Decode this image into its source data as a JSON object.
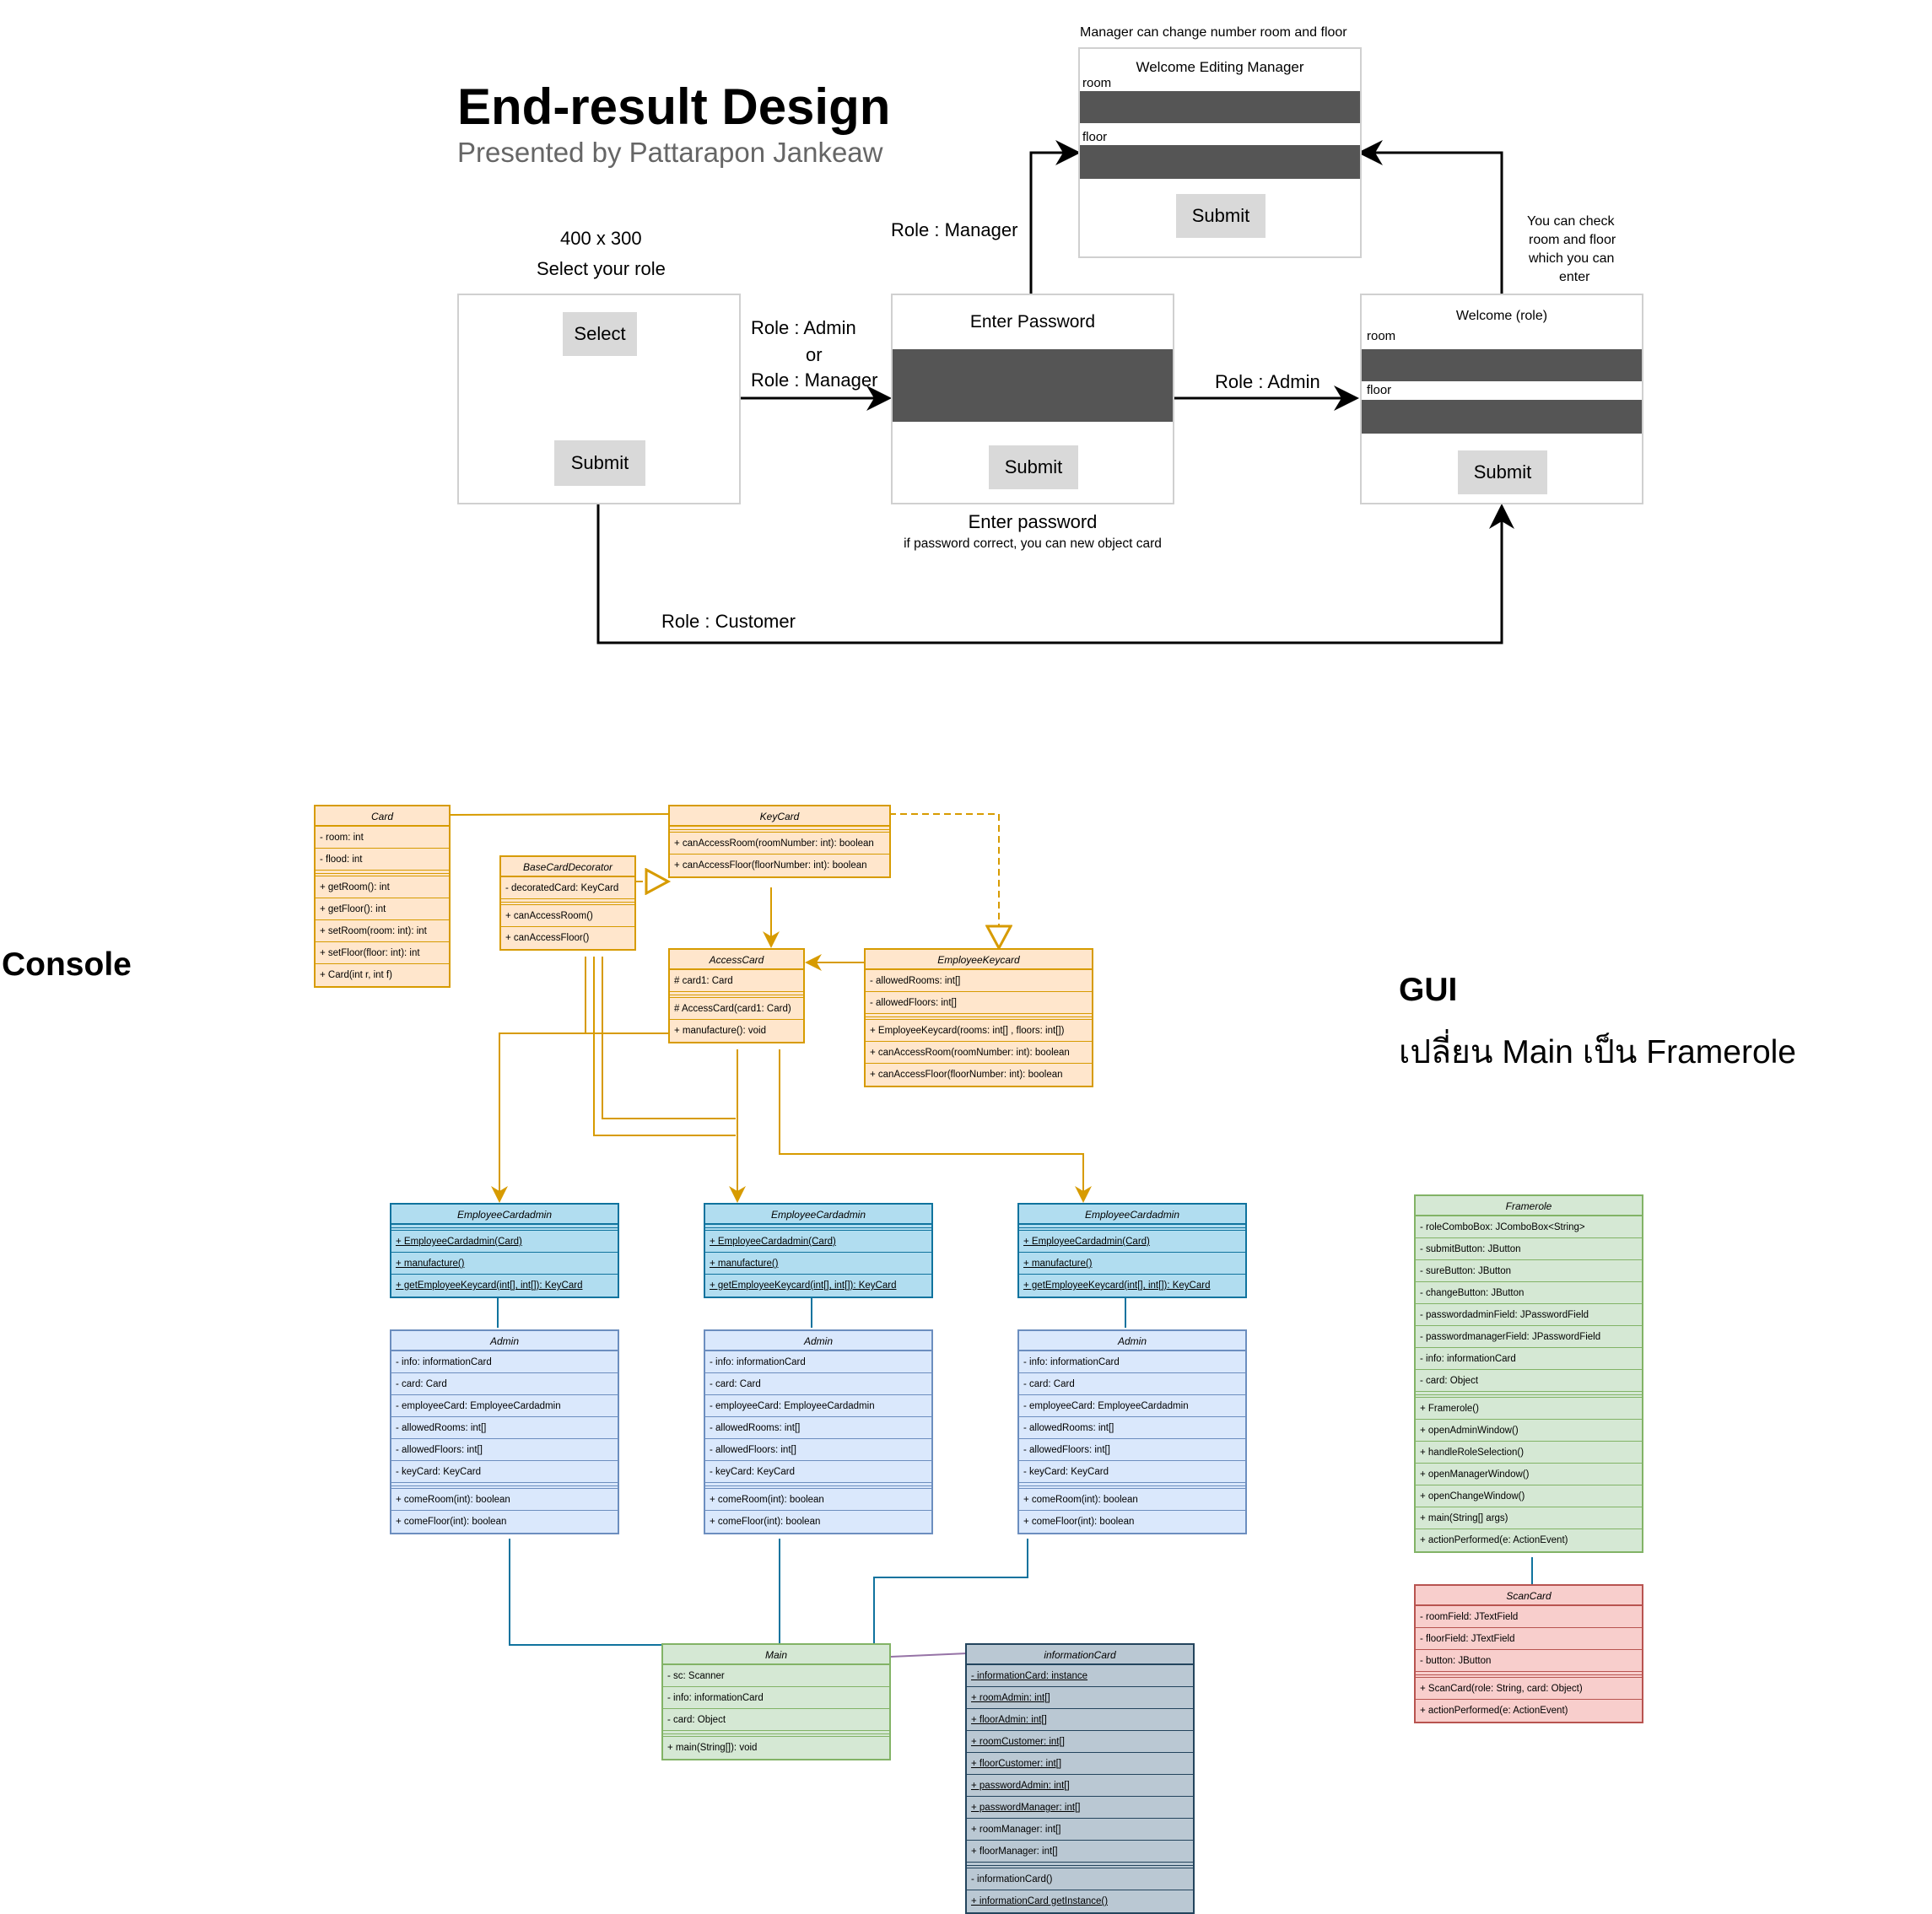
{
  "header": {
    "title": "End-result Design",
    "subtitle": "Presented by Pattarapon Jankeaw"
  },
  "flow": {
    "size_label": "400 x 300",
    "select_role_label": "Select your role",
    "select_button": "Select",
    "submit_label": "Submit",
    "edge_admin_or_manager": [
      "Role : Admin",
      "or",
      "Role : Manager"
    ],
    "edge_manager": "Role : Manager",
    "edge_admin": "Role : Admin",
    "edge_customer": "Role : Customer",
    "password_title": "Enter Password",
    "password_caption": "Enter password",
    "password_note": "if password correct, you can new object card",
    "manager_note": "Manager can change number room and floor",
    "manager_title": "Welcome Editing Manager",
    "room_label": "room",
    "floor_label": "floor",
    "welcome_title": "Welcome (role)",
    "check_note": [
      "You can check",
      "room and floor",
      "which you can",
      "enter"
    ]
  },
  "section_labels": {
    "console": "Console",
    "gui": "GUI",
    "gui_note": "เปลี่ยน Main เป็น Framerole"
  },
  "classes": {
    "card": {
      "name": "Card",
      "attrs": [
        "- room: int",
        "- flood: int"
      ],
      "methods": [
        "+ getRoom(): int",
        "+ getFloor(): int",
        "+ setRoom(room: int): int",
        "+ setFloor(floor: int): int",
        "+ Card(int r, int f)"
      ]
    },
    "keycard": {
      "name": "KeyCard",
      "attrs": [],
      "methods": [
        "+ canAccessRoom(roomNumber: int): boolean",
        "+ canAccessFloor(floorNumber: int): boolean"
      ]
    },
    "basecard": {
      "name": "BaseCardDecorator",
      "attrs": [
        "- decoratedCard: KeyCard"
      ],
      "methods": [
        "+ canAccessRoom()",
        "+ canAccessFloor()"
      ]
    },
    "accesscard": {
      "name": "AccessCard",
      "attrs": [
        "# card1: Card"
      ],
      "methods": [
        "# AccessCard(card1: Card)",
        "+ manufacture(): void"
      ]
    },
    "employeekeycard": {
      "name": "EmployeeKeycard",
      "attrs": [
        "- allowedRooms: int[]",
        "- allowedFloors: int[]"
      ],
      "methods": [
        "+ EmployeeKeycard(rooms: int[] , floors: int[])",
        "+ canAccessRoom(roomNumber: int): boolean",
        "+ canAccessFloor(floorNumber: int): boolean"
      ]
    },
    "ecadmin": {
      "name": "EmployeeCardadmin",
      "methods": [
        "+ EmployeeCardadmin(Card)",
        "+ manufacture()",
        "+ getEmployeeKeycard(int[], int[]): KeyCard"
      ]
    },
    "admin": {
      "name": "Admin",
      "attrs": [
        "- info: informationCard",
        "- card: Card",
        "- employeeCard: EmployeeCardadmin",
        "- allowedRooms: int[]",
        "- allowedFloors: int[]",
        "- keyCard: KeyCard"
      ],
      "methods": [
        "+ comeRoom(int): boolean",
        "+ comeFloor(int): boolean"
      ]
    },
    "main": {
      "name": "Main",
      "attrs": [
        "- sc: Scanner",
        "- info: informationCard",
        "- card: Object"
      ],
      "methods": [
        "+ main(String[]): void"
      ]
    },
    "infocard": {
      "name": "informationCard",
      "attrs": [
        "- informationCard: instance",
        "+ roomAdmin: int[]",
        "+ floorAdmin: int[]",
        "+ roomCustomer: int[]",
        "+ floorCustomer: int[]",
        "+ passwordAdmin: int[]",
        "+ passwordManager: int[]",
        "+ roomManager: int[]",
        "+ floorManager: int[]"
      ],
      "methods": [
        "- informationCard()",
        "+ informationCard getInstance()"
      ]
    },
    "framerole": {
      "name": "Framerole",
      "attrs": [
        "- roleComboBox: JComboBox<String>",
        "- submitButton: JButton",
        "- sureButton: JButton",
        "- changeButton: JButton",
        "- passwordadminField: JPasswordField",
        "- passwordmanagerField: JPasswordField",
        "- info: informationCard",
        "- card: Object"
      ],
      "methods": [
        "+ Framerole()",
        "+ openAdminWindow()",
        "+ handleRoleSelection()",
        "+ openManagerWindow()",
        "+ openChangeWindow()",
        "+ main(String[] args)",
        "+ actionPerformed(e: ActionEvent)"
      ]
    },
    "scancard": {
      "name": "ScanCard",
      "attrs": [
        "- roomField: JTextField",
        "- floorField: JTextField",
        "- button: JButton"
      ],
      "methods": [
        "+ ScanCard(role: String, card: Object)",
        "+ actionPerformed(e: ActionEvent)"
      ]
    }
  },
  "colors": {
    "orange": "#d79b00",
    "blue": "#10739e",
    "purple": "#9673a6",
    "mock_bar": "#555555"
  }
}
